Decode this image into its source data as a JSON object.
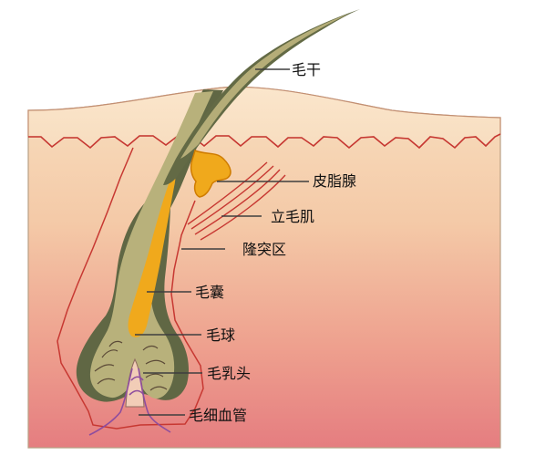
{
  "labels": {
    "hair_shaft": "毛干",
    "sebaceous_gland": "皮脂腺",
    "arrector_pili": "立毛肌",
    "bulge_region": "隆突区",
    "follicle": "毛囊",
    "hair_bulb": "毛球",
    "dermal_papilla": "毛乳头",
    "capillaries": "毛细血管"
  },
  "colors": {
    "skin_top": "#f7dcbc",
    "skin_bottom": "#e8868a",
    "outline_red": "#c9342f",
    "follicle_dark": "#5f6843",
    "follicle_light": "#b7b07a",
    "core_yellow": "#f0a91c",
    "vessel_purple": "#8e4d9e"
  }
}
